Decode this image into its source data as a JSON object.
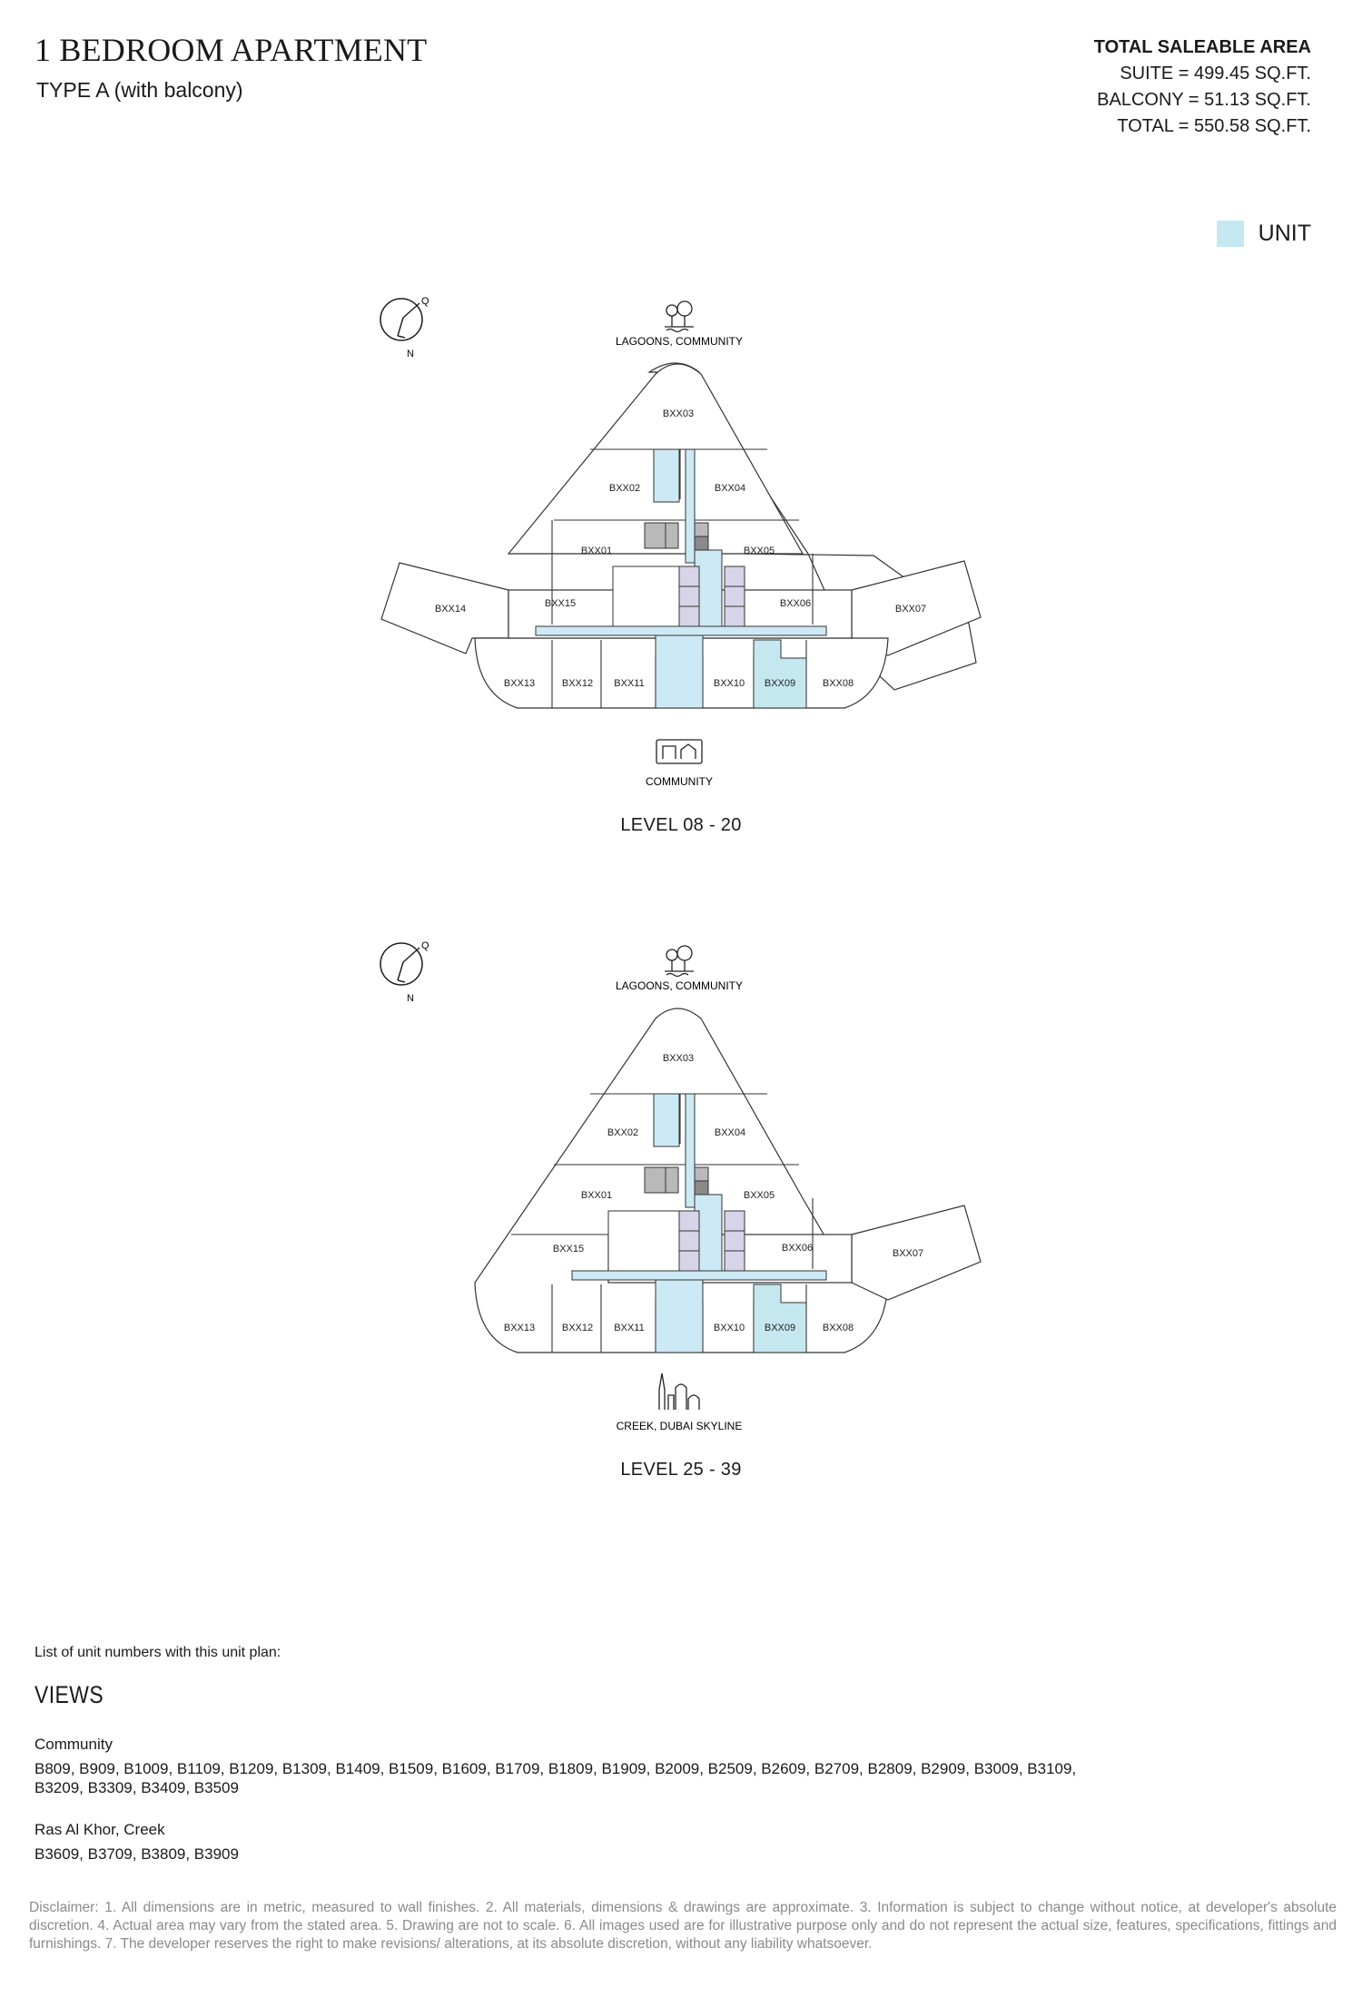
{
  "header": {
    "title": "1 BEDROOM APARTMENT",
    "subtitle": "TYPE A (with balcony)"
  },
  "area": {
    "heading": "TOTAL SALEABLE AREA",
    "suite": "SUITE = 499.45 SQ.FT.",
    "balcony": "BALCONY = 51.13 SQ.FT.",
    "total": "TOTAL = 550.58 SQ.FT."
  },
  "legend": {
    "label": "UNIT",
    "color": "#c5e8f0"
  },
  "compass": {
    "north": "N",
    "marker": "Q"
  },
  "plans": [
    {
      "level": "LEVEL 08 - 20",
      "top_view": "LAGOONS, COMMUNITY",
      "bottom_view": "COMMUNITY",
      "units": [
        "BXX01",
        "BXX02",
        "BXX03",
        "BXX04",
        "BXX05",
        "BXX06",
        "BXX07",
        "BXX08",
        "BXX09",
        "BXX10",
        "BXX11",
        "BXX12",
        "BXX13",
        "BXX14",
        "BXX15"
      ],
      "highlight": "BXX09"
    },
    {
      "level": "LEVEL 25 - 39",
      "top_view": "LAGOONS, COMMUNITY",
      "bottom_view": "CREEK, DUBAI SKYLINE",
      "units": [
        "BXX01",
        "BXX02",
        "BXX03",
        "BXX04",
        "BXX05",
        "BXX06",
        "BXX07",
        "BXX08",
        "BXX09",
        "BXX10",
        "BXX11",
        "BXX12",
        "BXX13",
        "BXX15"
      ],
      "highlight": "BXX09"
    }
  ],
  "list": {
    "heading": "List of unit numbers with this unit plan:",
    "views_title": "VIEWS",
    "groups": [
      {
        "name": "Community",
        "units": "B809, B909, B1009, B1109, B1209, B1309, B1409, B1509, B1609, B1709, B1809, B1909, B2009, B2509, B2609, B2709, B2809, B2909, B3009, B3109, B3209, B3309, B3409, B3509"
      },
      {
        "name": "Ras Al Khor, Creek",
        "units": "B3609, B3709, B3809, B3909"
      }
    ]
  },
  "disclaimer": "Disclaimer: 1. All dimensions are in metric, measured to wall finishes. 2. All materials, dimensions & drawings are approximate. 3. Information is subject to change without notice, at developer's absolute discretion. 4. Actual area may vary from the stated area. 5. Drawing are not to scale. 6. All images used are for illustrative purpose only and do not represent the actual size, features, specifications, fittings and furnishings. 7. The developer reserves the right to make revisions/ alterations, at its absolute discretion, without any liability whatsoever."
}
